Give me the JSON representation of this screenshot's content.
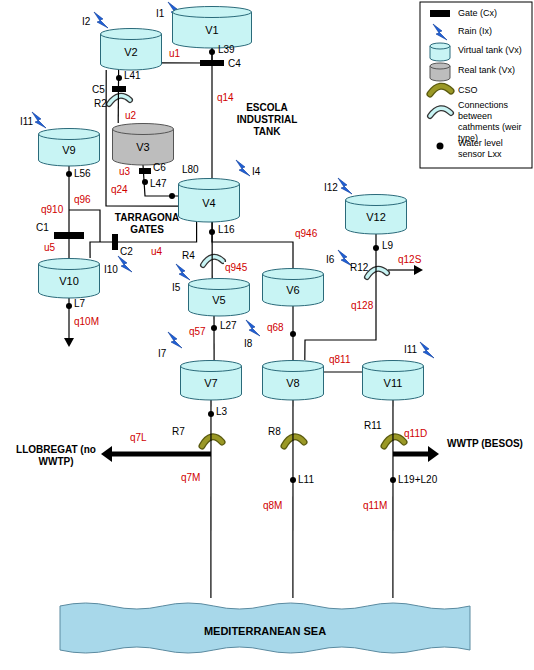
{
  "diagram": {
    "nodes": [
      {
        "text": [
          "V1"
        ]
      },
      {
        "text": [
          "V2"
        ]
      },
      {
        "text": [
          "V3"
        ]
      },
      {
        "text": [
          "V9"
        ]
      },
      {
        "text": [
          "V4"
        ]
      },
      {
        "text": [
          "V12"
        ]
      },
      {
        "text": [
          "V10"
        ]
      },
      {
        "text": [
          "V5"
        ]
      },
      {
        "text": [
          "V6"
        ]
      },
      {
        "text": [
          "V7"
        ]
      },
      {
        "text": [
          "V8"
        ]
      },
      {
        "text": [
          "V11"
        ]
      },
      {
        "text": [
          "MEDITERRANEAN SEA"
        ]
      }
    ],
    "edges": [
      {
        "from": 0,
        "to": 1,
        "arrow": "none",
        "label": "u1"
      },
      {
        "from": 0,
        "to": 4,
        "arrow": "none",
        "label": "q14"
      },
      {
        "from": 1,
        "to": 2,
        "arrow": "none",
        "label": "u2"
      },
      {
        "from": 2,
        "to": 4,
        "arrow": "none",
        "label": "u3"
      },
      {
        "from": 1,
        "to": 4,
        "arrow": "none",
        "label": "q24"
      },
      {
        "from": 3,
        "to": 6,
        "arrow": "none",
        "label": "q910"
      },
      {
        "from": 4,
        "to": 6,
        "arrow": "none",
        "label": "u4"
      },
      {
        "from": 4,
        "to": 7,
        "arrow": "none",
        "label": "q945"
      },
      {
        "from": 4,
        "to": 8,
        "arrow": "none",
        "label": "q946"
      },
      {
        "from": 7,
        "to": 9,
        "arrow": "none",
        "label": "q57"
      },
      {
        "from": 8,
        "to": 10,
        "arrow": "none",
        "label": "q68"
      },
      {
        "from": 5,
        "to": 10,
        "arrow": "none",
        "label": "q128"
      },
      {
        "from": 10,
        "to": 11,
        "arrow": "none",
        "label": "q811"
      },
      {
        "from": 9,
        "to": 12,
        "arrow": "none",
        "label": "q7M"
      },
      {
        "from": 10,
        "to": 12,
        "arrow": "none",
        "label": "q8M"
      },
      {
        "from": 11,
        "to": 12,
        "arrow": "none",
        "label": "q11M"
      }
    ],
    "labels": [
      "I1",
      "I2",
      "I11",
      "L39",
      "C4",
      "L41",
      "C5",
      "R2",
      "ESCOLA INDUSTRIAL TANK",
      "C6",
      "L47",
      "L80",
      "I4",
      "L56",
      "q96",
      "TARRAGONA GATES",
      "C1",
      "C2",
      "u5",
      "I10",
      "L7",
      "q10M",
      "L16",
      "R4",
      "I5",
      "I6",
      "I12",
      "L9",
      "R12",
      "q12S",
      "I7",
      "L27",
      "I8",
      "I11",
      "L3",
      "R7",
      "q7L",
      "LLOBREGAT (no WWTP)",
      "R8",
      "L11",
      "R11",
      "q11D",
      "WWTP (BESOS)",
      "L19+L20"
    ],
    "legend": [
      {
        "text": "Gate (Cx)"
      },
      {
        "text": "Rain (Ix)"
      },
      {
        "text": "Virtual tank (Vx)"
      },
      {
        "text": "Real tank (Vx)"
      },
      {
        "text": "CSO"
      },
      {
        "text": "Connections between cathments (weir type)"
      },
      {
        "text": "Water level sensor Lxx"
      }
    ]
  }
}
